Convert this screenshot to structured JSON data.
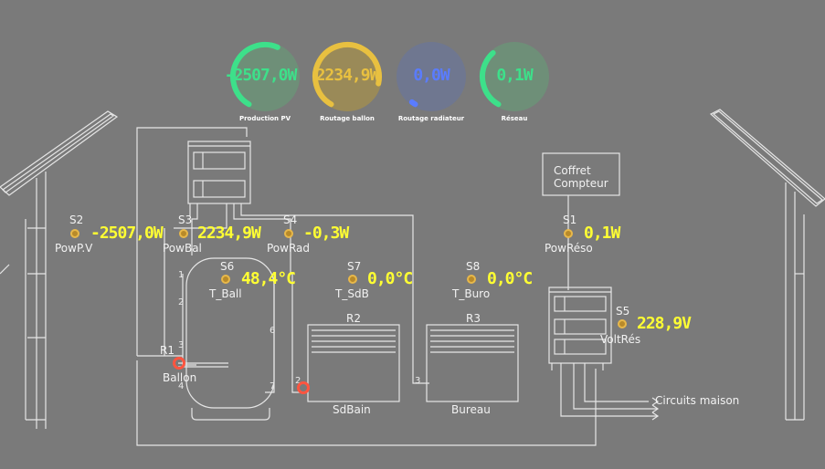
{
  "gauges": [
    {
      "value": "-2507,0W",
      "label": "Production PV",
      "color": "#3de08a",
      "fraction": 0.48
    },
    {
      "value": "2234,9W",
      "label": "Routage ballon",
      "color": "#e8c040",
      "fraction": 0.7
    },
    {
      "value": "0,0W",
      "label": "Routage radiateur",
      "color": "#5a7cff",
      "fraction": 0.02
    },
    {
      "value": "0,1W",
      "label": "Réseau",
      "color": "#3de08a",
      "fraction": 0.3
    }
  ],
  "sensors": {
    "s2": {
      "id": "S2",
      "name": "PowP.V",
      "value": "-2507,0W"
    },
    "s3": {
      "id": "S3",
      "name": "PowBal",
      "value": "2234,9W"
    },
    "s4": {
      "id": "S4",
      "name": "PowRad",
      "value": "-0,3W"
    },
    "s1": {
      "id": "S1",
      "name": "PowRéso",
      "value": "0,1W"
    },
    "s6": {
      "id": "S6",
      "name": "T_Ball",
      "value": "48,4°C"
    },
    "s7": {
      "id": "S7",
      "name": "T_SdB",
      "value": "0,0°C"
    },
    "s8": {
      "id": "S8",
      "name": "T_Buro",
      "value": "0,0°C"
    },
    "s5": {
      "id": "S5",
      "name": "VoltRés",
      "value": "228,9V"
    }
  },
  "labels": {
    "coffret": "Coffret",
    "compteur": "Compteur",
    "r1": "R1",
    "ballon": "Ballon",
    "r2": "R2",
    "sdbain": "SdBain",
    "r3": "R3",
    "bureau": "Bureau",
    "circuits": "Circuits maison"
  },
  "terminals": {
    "t1": "1",
    "t2": "2",
    "t3": "3",
    "t4": "4",
    "t6": "6",
    "t7": "7",
    "t2b": "2",
    "t3b": "3"
  },
  "colors": {
    "background": "#7a7a7a",
    "line": "#e6e6e6",
    "value": "#ffff33",
    "relay": "#ff5540",
    "sensor": "#e8b84a"
  }
}
